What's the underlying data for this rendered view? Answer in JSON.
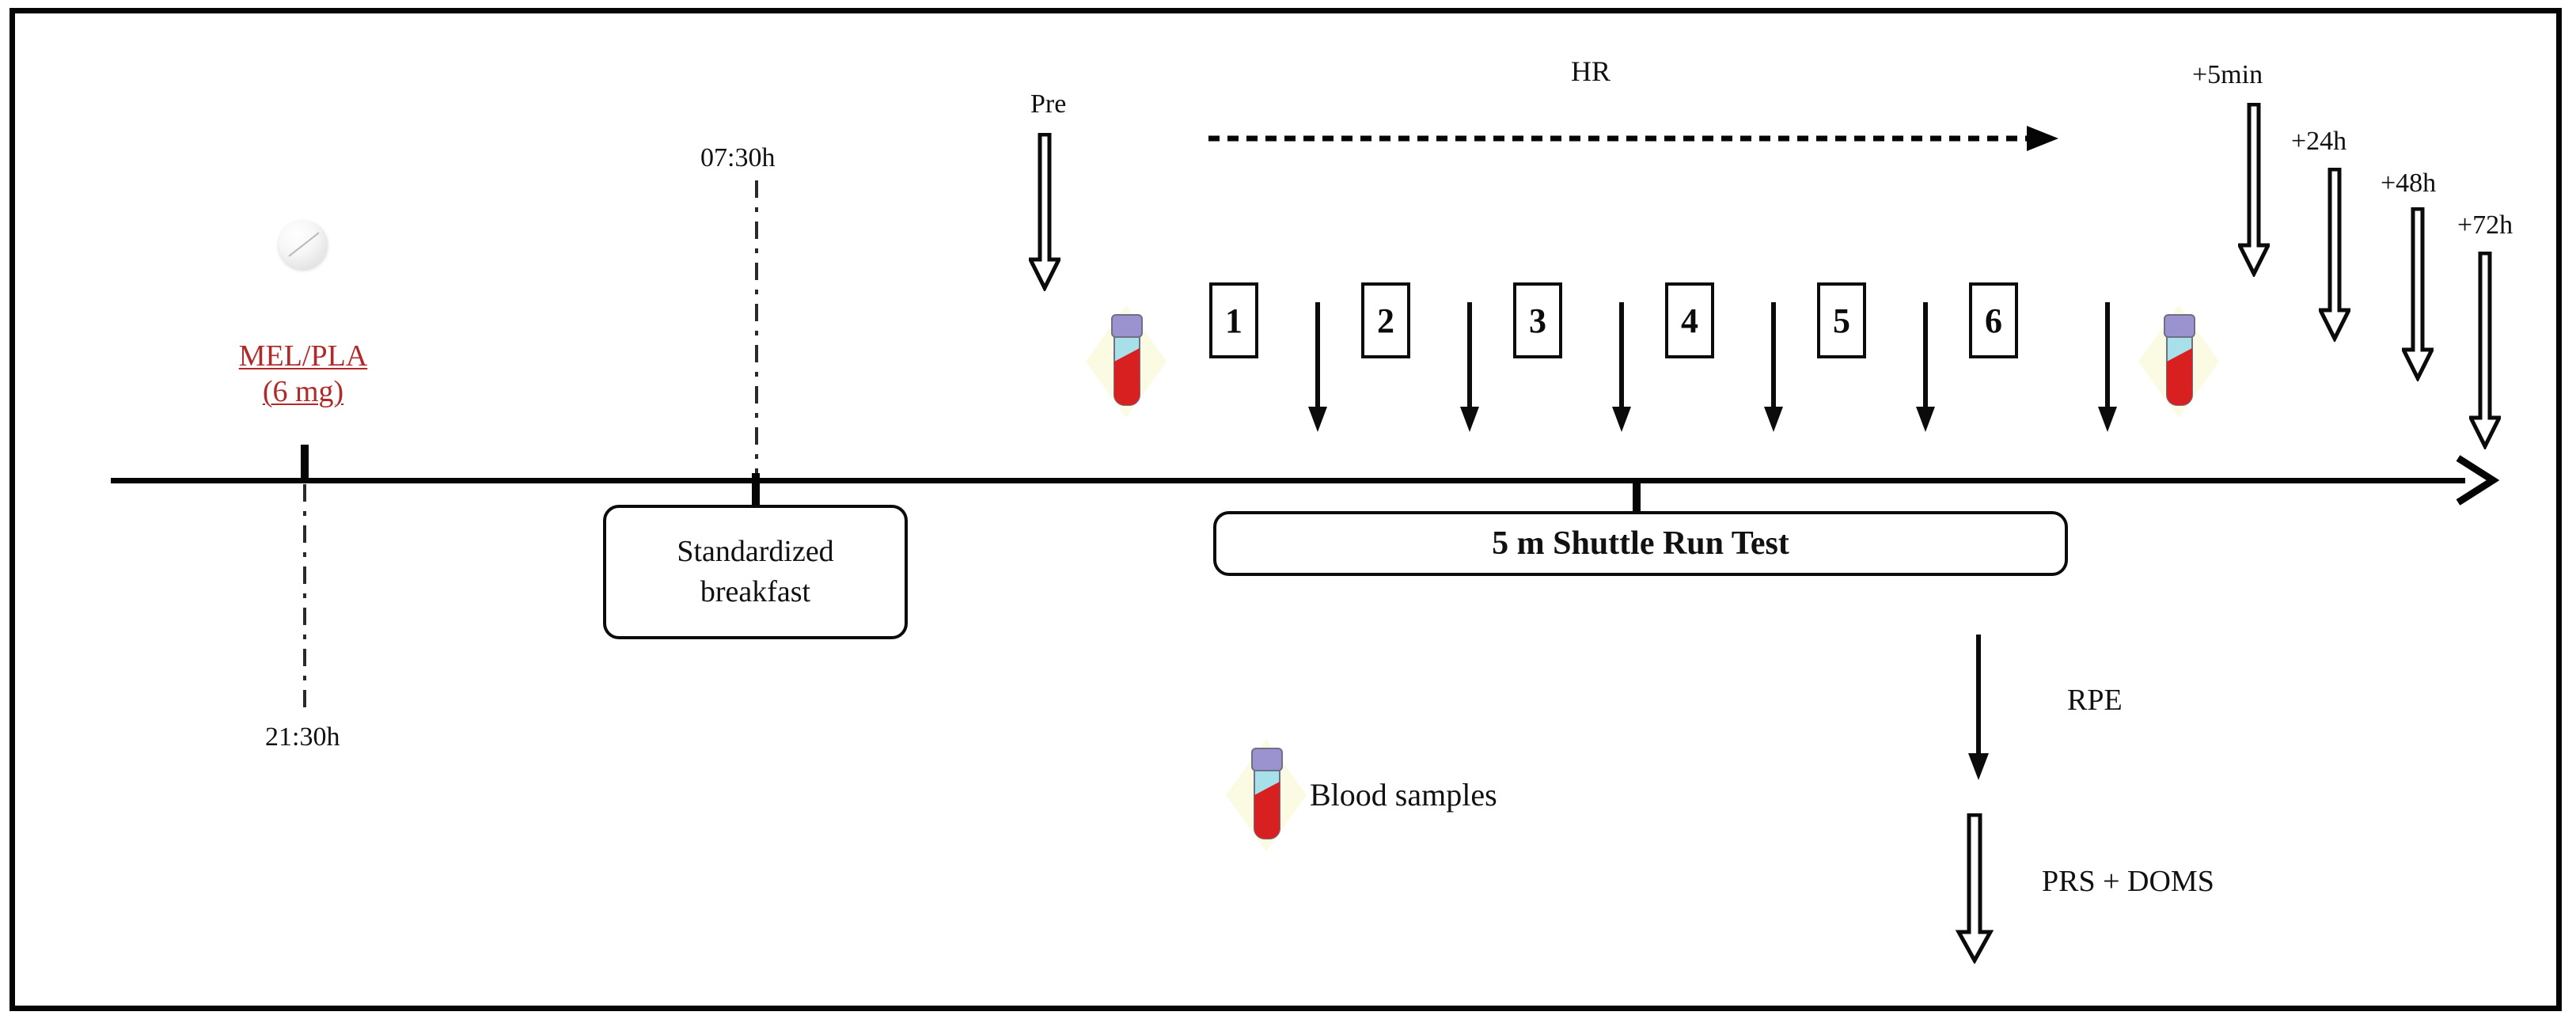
{
  "figure": {
    "title": "Experimental study design timeline",
    "colors": {
      "accent_red": "#b02a2a",
      "line_black": "#050505",
      "tube_cap": "#9b92d0",
      "tube_serum": "#a8e0ea",
      "tube_blood": "#d92020",
      "tube_glow": "#fbfbe3"
    }
  },
  "supplement": {
    "icon": "pill-icon",
    "label_line1": "MEL/PLA",
    "label_line2": "(6 mg)",
    "time_label": "21:30h"
  },
  "breakfast": {
    "time_label": "07:30h",
    "box_line1": "Standardized",
    "box_line2": "breakfast"
  },
  "pre": {
    "label": "Pre",
    "arrow": "hollow-down-arrow"
  },
  "hr": {
    "label": "HR",
    "arrow": "dashed-right-arrow"
  },
  "shuttle": {
    "box_label": "5 m Shuttle Run Test",
    "sets": [
      "1",
      "2",
      "3",
      "4",
      "5",
      "6"
    ]
  },
  "post_timepoints": [
    {
      "label": "+5min"
    },
    {
      "label": "+24h"
    },
    {
      "label": "+48h"
    },
    {
      "label": "+72h"
    }
  ],
  "measures": [
    {
      "label": "RPE",
      "arrow": "solid-down-arrow"
    },
    {
      "label": "PRS + DOMS",
      "arrow": "hollow-down-arrow"
    }
  ],
  "legend": {
    "icon": "blood-tube-icon",
    "label": "Blood samples"
  }
}
